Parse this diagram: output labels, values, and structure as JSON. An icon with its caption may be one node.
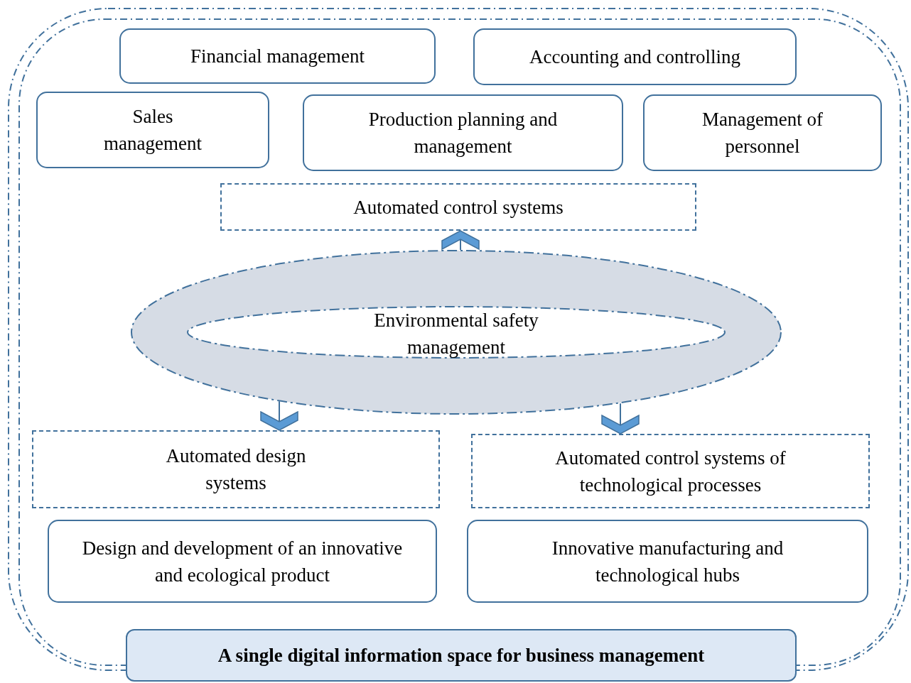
{
  "diagram": {
    "nodes": [
      {
        "text": [
          "Financial management"
        ]
      },
      {
        "text": [
          "Accounting and controlling"
        ]
      },
      {
        "text": [
          "Sales management"
        ]
      },
      {
        "text": [
          "Production planning and management"
        ]
      },
      {
        "text": [
          "Management of personnel"
        ]
      },
      {
        "text": [
          "Automated control systems"
        ]
      },
      {
        "text": [
          "Environmental safety management"
        ]
      },
      {
        "text": [
          "Automated design systems"
        ]
      },
      {
        "text": [
          "Automated control systems of technological processes"
        ]
      },
      {
        "text": [
          "Design and development of an innovative and ecological product"
        ]
      },
      {
        "text": [
          "Innovative manufacturing and technological hubs"
        ]
      },
      {
        "text": [
          "A single digital information space for business management"
        ]
      }
    ],
    "edges": [
      {
        "from": 6,
        "to": 5,
        "arrow": "to"
      },
      {
        "from": 6,
        "to": 7,
        "arrow": "to"
      },
      {
        "from": 6,
        "to": 8,
        "arrow": "to"
      }
    ]
  }
}
